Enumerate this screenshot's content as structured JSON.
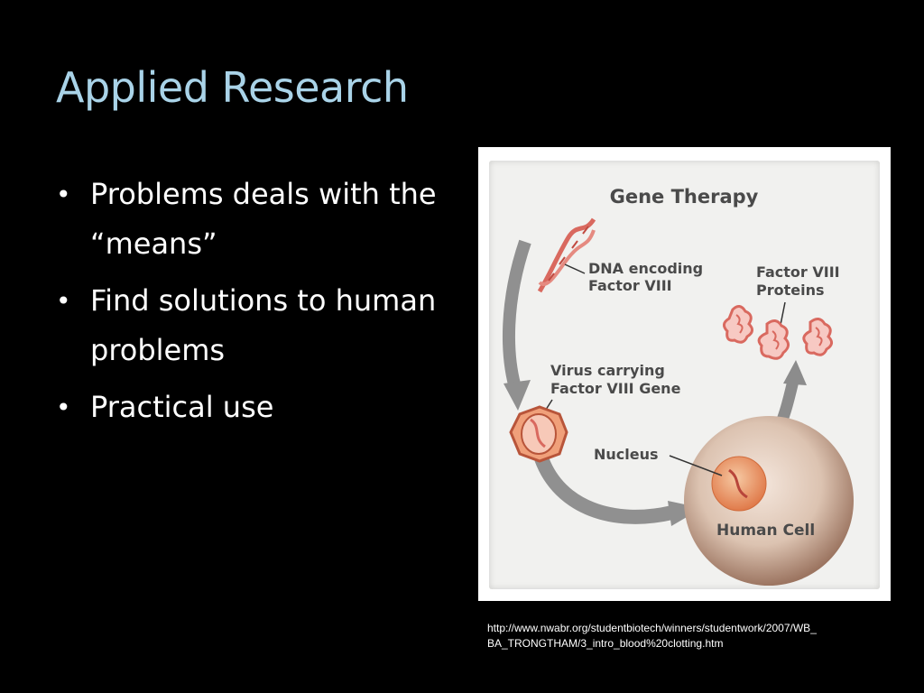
{
  "slide": {
    "title": "Applied Research",
    "bullets": [
      {
        "text": "Problems deals with the “means”"
      },
      {
        "text": "Find solutions to human problems"
      },
      {
        "text": "Practical use"
      }
    ],
    "bullet_glyph": "•"
  },
  "figure": {
    "title": "Gene Therapy",
    "labels": {
      "dna_line1": "DNA encoding",
      "dna_line2": "Factor VIII",
      "proteins_line1": "Factor VIII",
      "proteins_line2": "Proteins",
      "virus_line1": "Virus carrying",
      "virus_line2": "Factor VIII Gene",
      "nucleus": "Nucleus",
      "cell": "Human Cell"
    },
    "colors": {
      "title_color": "#a9d3e8",
      "dna": "#d9695f",
      "cell": "#d8bfae",
      "arrow": "#8e8e8e"
    }
  },
  "source": {
    "url_line1": "http://www.nwabr.org/studentbiotech/winners/studentwork/2007/WB_",
    "url_line2": "BA_TRONGTHAM/3_intro_blood%20clotting.htm"
  }
}
